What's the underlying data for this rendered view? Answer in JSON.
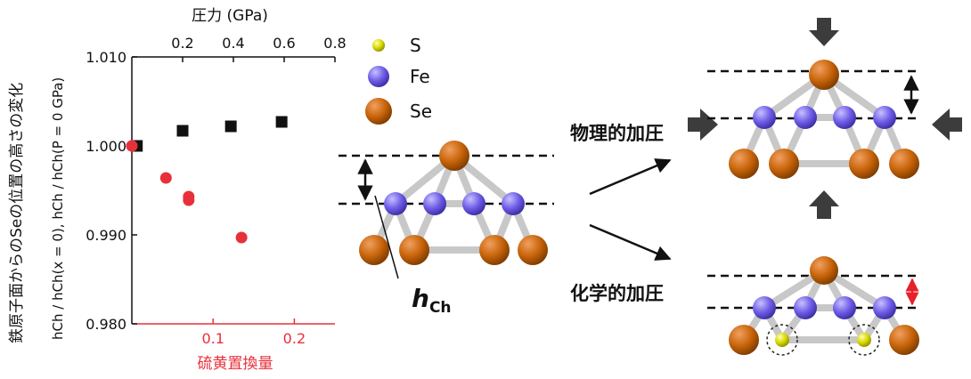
{
  "chart_data": {
    "type": "scatter",
    "xlabel_top": "圧力 (GPa)",
    "xlabel_bottom": "硫黄置換量",
    "ylabel_outer": "鉄原子面からのSeの位置の高さの変化",
    "ylabel_inner": "hCh / hCh(x = 0),   hCh / hCh(P = 0 GPa)",
    "ylim": [
      0.98,
      1.01
    ],
    "top_xlim": [
      0,
      0.8
    ],
    "bottom_xlim": [
      0,
      0.25
    ],
    "yticks": [
      "1.010",
      "1.000",
      "0.990",
      "0.980"
    ],
    "top_xticks": [
      "0.2",
      "0.4",
      "0.6",
      "0.8"
    ],
    "bottom_xticks": [
      "0.1",
      "0.2"
    ],
    "series": [
      {
        "axis": "top",
        "color": "#111111",
        "marker": "square",
        "points": [
          [
            0.02,
            1.0
          ],
          [
            0.2,
            1.0017
          ],
          [
            0.39,
            1.0022
          ],
          [
            0.59,
            1.0027
          ]
        ]
      },
      {
        "axis": "bottom",
        "color": "#e8303a",
        "marker": "circle",
        "points": [
          [
            0.0,
            1.0
          ],
          [
            0.042,
            0.9964
          ],
          [
            0.07,
            0.9943
          ],
          [
            0.07,
            0.9939
          ],
          [
            0.135,
            0.9897
          ]
        ]
      }
    ]
  },
  "diagram": {
    "legend": [
      {
        "label": "S",
        "color": "#d8d800",
        "icon": "sulfur-atom-icon"
      },
      {
        "label": "Fe",
        "color": "#7b68ee",
        "icon": "iron-atom-icon"
      },
      {
        "label": "Se",
        "color": "#c8640a",
        "icon": "selenium-atom-icon"
      }
    ],
    "hch_label": "h",
    "hch_sub": "Ch",
    "physical_pressure": "物理的加圧",
    "chemical_pressure": "化学的加圧"
  }
}
